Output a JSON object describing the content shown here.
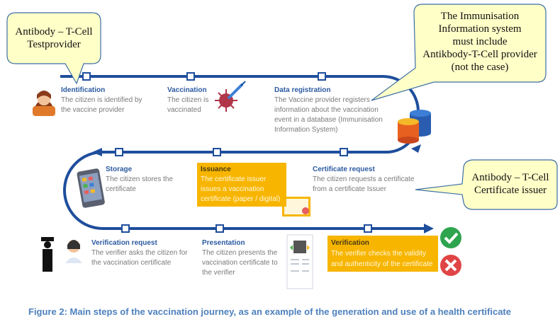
{
  "steps": [
    {
      "title": "Identification",
      "text": "The citizen is identified by the vaccine provider"
    },
    {
      "title": "Vaccination",
      "text": "The citizen is vaccinated"
    },
    {
      "title": "Data registration",
      "text": "The Vaccine provider registers information about the vaccination event in a database (Immunisation Information System)"
    },
    {
      "title": "Certificate request",
      "text": "The citizen requests a certificate from a certificate Issuer"
    },
    {
      "title": "Issuance",
      "text": "The certificate issuer issues a vaccination certificate (paper / digital)"
    },
    {
      "title": "Storage",
      "text": "The citizen stores the certificate"
    },
    {
      "title": "Verification request",
      "text": "The verifier asks the citizen for the vaccination certificate"
    },
    {
      "title": "Presentation",
      "text": "The citizen presents the vaccination certificate to the verifier"
    },
    {
      "title": "Verification",
      "text": "The verifier checks the validity and authenticity of the certificate"
    }
  ],
  "callouts": {
    "testprovider": {
      "line1": "Antibody – T-Cell",
      "line2": "Testprovider"
    },
    "immunisation": {
      "line1": "The Immunisation",
      "line2": "Information system",
      "line3": "must include",
      "line4": "Antikbody-T-Cell provider",
      "line5": "(not the case)"
    },
    "issuer": {
      "line1": "Antibody – T-Cell",
      "line2": "Certificate issuer"
    }
  },
  "caption": "Figure 2: Main steps of the vaccination journey, as an example of the generation and use of a health certificate",
  "colors": {
    "track": "#1f4e9c",
    "highlight": "#f7b500",
    "callout_fill": "#ffffc8",
    "callout_border": "#3c6ea6",
    "valid": "#2ea44f",
    "invalid": "#e04545",
    "caption": "#4f81bd"
  }
}
